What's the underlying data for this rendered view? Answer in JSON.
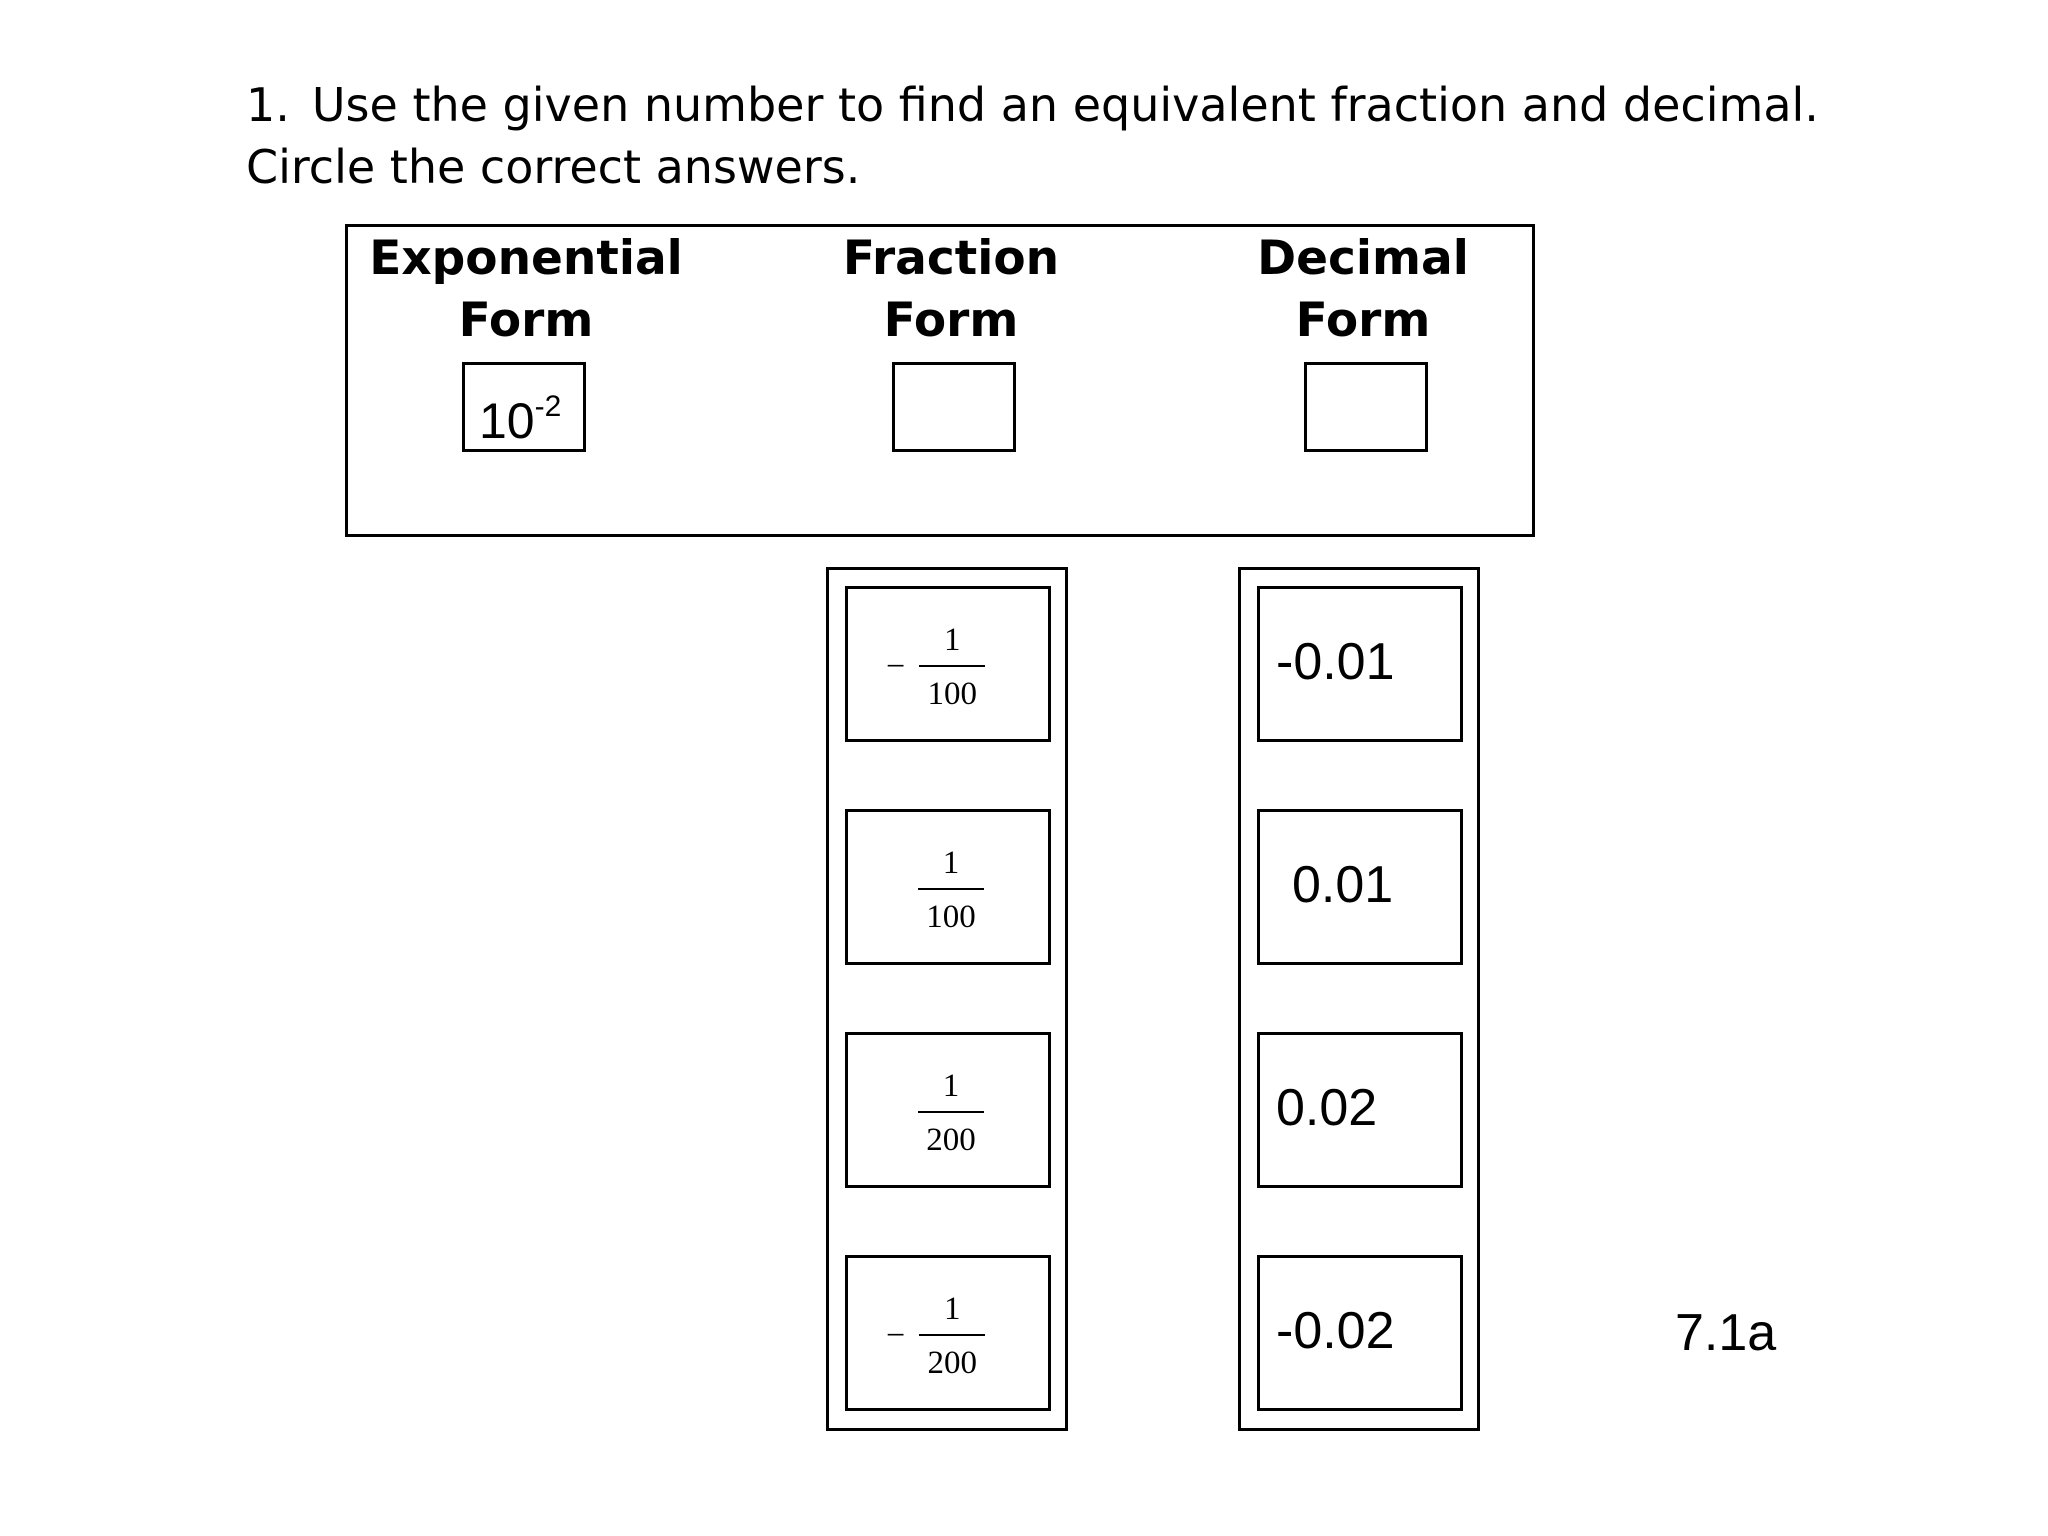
{
  "question": {
    "number": "1.",
    "text": "Use the given number to find an equivalent fraction and decimal.  Circle the correct answers."
  },
  "headers": {
    "exponential": [
      "Exponential",
      "Form"
    ],
    "fraction": [
      "Fraction",
      "Form"
    ],
    "decimal": [
      "Decimal",
      "Form"
    ]
  },
  "given": {
    "base": "10",
    "exponent": "-2"
  },
  "fraction_choices": [
    {
      "sign": "−",
      "numerator": "1",
      "denominator": "100"
    },
    {
      "sign": "",
      "numerator": "1",
      "denominator": "100"
    },
    {
      "sign": "",
      "numerator": "1",
      "denominator": "200"
    },
    {
      "sign": "−",
      "numerator": "1",
      "denominator": "200"
    }
  ],
  "decimal_choices": [
    "-0.01",
    "0.01",
    "0.02",
    "-0.02"
  ],
  "label": "7.1a"
}
